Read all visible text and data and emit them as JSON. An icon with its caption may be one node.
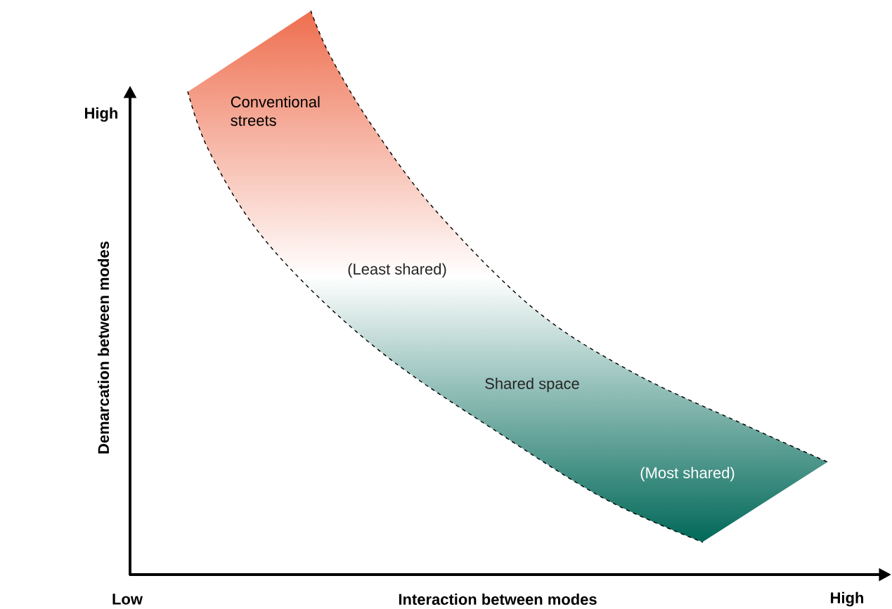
{
  "diagram": {
    "nodes": [
      {
        "text": [
          "Conventional streets",
          "(Least shared)",
          "Shared space",
          "(Most shared)"
        ]
      }
    ],
    "labels": [
      "High",
      "Demarcation between modes",
      "Low",
      "Interaction between modes",
      "High"
    ]
  }
}
